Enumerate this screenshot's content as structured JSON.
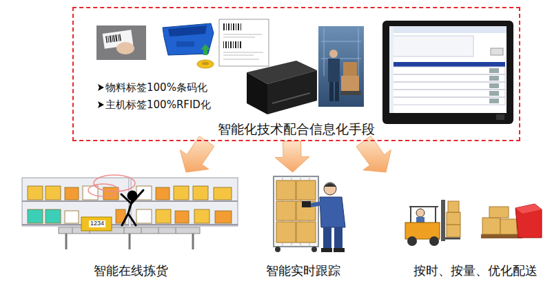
{
  "diagram": {
    "nodes": [
      {
        "text": [
          "物料标签100%条码化",
          "主机标签100%RFID化",
          "智能化技术配合信息化手段"
        ]
      },
      {
        "text": [
          "智能在线拣货"
        ]
      },
      {
        "text": [
          "智能实时跟踪"
        ]
      },
      {
        "text": [
          "按时、按量、优化配送"
        ]
      }
    ],
    "edges": [
      {
        "from": 0,
        "to": 1,
        "arrow": "to"
      },
      {
        "from": 0,
        "to": 2,
        "arrow": "to"
      },
      {
        "from": 0,
        "to": 3,
        "arrow": "to"
      }
    ],
    "labels": [
      "1234"
    ]
  }
}
